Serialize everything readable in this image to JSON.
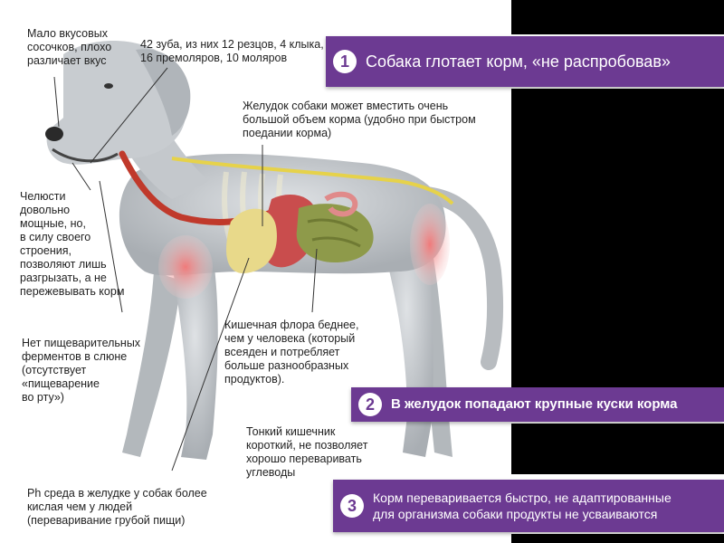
{
  "annotations": {
    "taste_buds": "Мало вкусовых\nсосочков, плохо\nразличает вкус",
    "teeth": "42 зуба, из них 12 резцов, 4 клыка,\n16 премоляров, 10 моляров",
    "stomach_volume": "Желудок собаки может вместить очень\nбольшой объем корма (удобно при быстром\nпоедании корма)",
    "jaws": "Челюсти\nдовольно\nмощные, но,\nв силу своего\nстроения,\nпозволяют лишь\nразгрызать, а не\nпережевывать корм",
    "saliva_enzymes": "Нет пищеварительных\nферментов в слюне\n(отсутствует\n«пищеварение\nво рту»)",
    "gut_flora": "Кишечная флора беднее,\nчем у человека (который\nвсеяден и потребляет\nбольше разнообразных\nпродуктов).",
    "small_intestine": "Тонкий кишечник\nкороткий, не позволяет\nхорошо переваривать\nуглеводы",
    "stomach_acidity": "Ph среда в желудке у собак более\nкислая чем у людей\n(переваривание грубой пищи)"
  },
  "banners": [
    {
      "number": "1",
      "text": "Собака глотает корм, «не распробовав»"
    },
    {
      "number": "2",
      "text": "В желудок попадают крупные куски корма"
    },
    {
      "number": "3",
      "text": "Корм переваривается быстро, не адаптированные\nдля организма собаки продукты не усваиваются"
    }
  ],
  "colors": {
    "banner": "#6c3a92",
    "dog_body": "#c4c8cc",
    "esophagus": "#c0392b",
    "stomach": "#e8d98a",
    "intestine": "#8e9a4a",
    "muscle": "#f2a0a0"
  }
}
